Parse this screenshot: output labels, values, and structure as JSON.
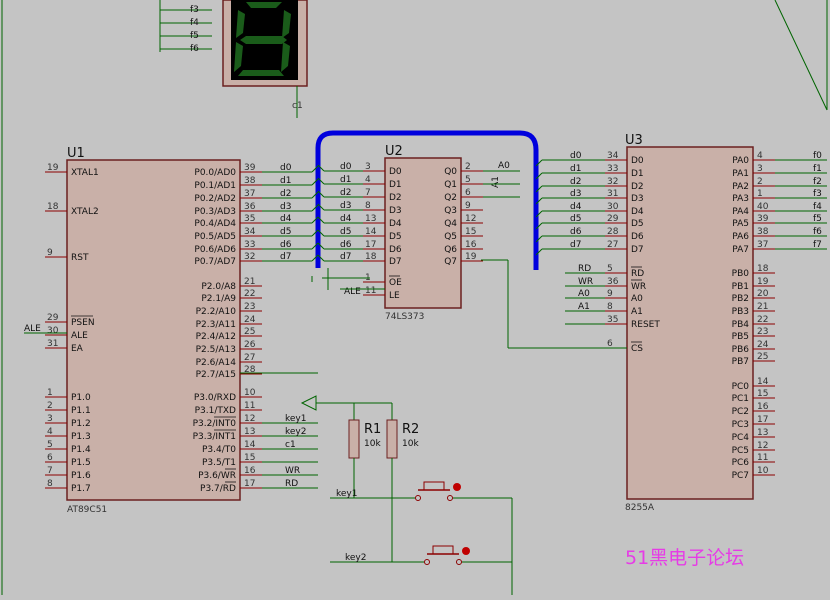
{
  "chips": {
    "u1": {
      "ref": "U1",
      "part": "AT89C51",
      "left_pins": [
        {
          "num": "19",
          "name": "XTAL1"
        },
        {
          "num": "18",
          "name": "XTAL2"
        },
        {
          "num": "9",
          "name": "RST"
        },
        {
          "num": "29",
          "name": "PSEN"
        },
        {
          "num": "30",
          "name": "ALE"
        },
        {
          "num": "31",
          "name": "EA"
        },
        {
          "num": "1",
          "name": "P1.0"
        },
        {
          "num": "2",
          "name": "P1.1"
        },
        {
          "num": "3",
          "name": "P1.2"
        },
        {
          "num": "4",
          "name": "P1.3"
        },
        {
          "num": "5",
          "name": "P1.4"
        },
        {
          "num": "6",
          "name": "P1.5"
        },
        {
          "num": "7",
          "name": "P1.6"
        },
        {
          "num": "8",
          "name": "P1.7"
        }
      ],
      "right_pins": [
        {
          "num": "39",
          "name": "P0.0/AD0"
        },
        {
          "num": "38",
          "name": "P0.1/AD1"
        },
        {
          "num": "37",
          "name": "P0.2/AD2"
        },
        {
          "num": "36",
          "name": "P0.3/AD3"
        },
        {
          "num": "35",
          "name": "P0.4/AD4"
        },
        {
          "num": "34",
          "name": "P0.5/AD5"
        },
        {
          "num": "33",
          "name": "P0.6/AD6"
        },
        {
          "num": "32",
          "name": "P0.7/AD7"
        },
        {
          "num": "21",
          "name": "P2.0/A8"
        },
        {
          "num": "22",
          "name": "P2.1/A9"
        },
        {
          "num": "23",
          "name": "P2.2/A10"
        },
        {
          "num": "24",
          "name": "P2.3/A11"
        },
        {
          "num": "25",
          "name": "P2.4/A12"
        },
        {
          "num": "26",
          "name": "P2.5/A13"
        },
        {
          "num": "27",
          "name": "P2.6/A14"
        },
        {
          "num": "28",
          "name": "P2.7/A15"
        },
        {
          "num": "10",
          "name": "P3.0/RXD"
        },
        {
          "num": "11",
          "name": "P3.1/TXD"
        },
        {
          "num": "12",
          "name": "P3.2/INT0"
        },
        {
          "num": "13",
          "name": "P3.3/INT1"
        },
        {
          "num": "14",
          "name": "P3.4/T0"
        },
        {
          "num": "15",
          "name": "P3.5/T1"
        },
        {
          "num": "16",
          "name": "P3.6/WR"
        },
        {
          "num": "17",
          "name": "P3.7/RD"
        }
      ]
    },
    "u2": {
      "ref": "U2",
      "part": "74LS373",
      "left_pins": [
        {
          "num": "3",
          "name": "D0"
        },
        {
          "num": "4",
          "name": "D1"
        },
        {
          "num": "7",
          "name": "D2"
        },
        {
          "num": "8",
          "name": "D3"
        },
        {
          "num": "13",
          "name": "D4"
        },
        {
          "num": "14",
          "name": "D5"
        },
        {
          "num": "17",
          "name": "D6"
        },
        {
          "num": "18",
          "name": "D7"
        },
        {
          "num": "1",
          "name": "OE"
        },
        {
          "num": "11",
          "name": "LE"
        }
      ],
      "right_pins": [
        {
          "num": "2",
          "name": "Q0"
        },
        {
          "num": "5",
          "name": "Q1"
        },
        {
          "num": "6",
          "name": "Q2"
        },
        {
          "num": "9",
          "name": "Q3"
        },
        {
          "num": "12",
          "name": "Q4"
        },
        {
          "num": "15",
          "name": "Q5"
        },
        {
          "num": "16",
          "name": "Q6"
        },
        {
          "num": "19",
          "name": "Q7"
        }
      ]
    },
    "u3": {
      "ref": "U3",
      "part": "8255A",
      "left_pins": [
        {
          "num": "34",
          "name": "D0"
        },
        {
          "num": "33",
          "name": "D1"
        },
        {
          "num": "32",
          "name": "D2"
        },
        {
          "num": "31",
          "name": "D3"
        },
        {
          "num": "30",
          "name": "D4"
        },
        {
          "num": "29",
          "name": "D5"
        },
        {
          "num": "28",
          "name": "D6"
        },
        {
          "num": "27",
          "name": "D7"
        },
        {
          "num": "5",
          "name": "RD"
        },
        {
          "num": "36",
          "name": "WR"
        },
        {
          "num": "9",
          "name": "A0"
        },
        {
          "num": "8",
          "name": "A1"
        },
        {
          "num": "35",
          "name": "RESET"
        },
        {
          "num": "6",
          "name": "CS"
        }
      ],
      "right_pins": [
        {
          "num": "4",
          "name": "PA0"
        },
        {
          "num": "3",
          "name": "PA1"
        },
        {
          "num": "2",
          "name": "PA2"
        },
        {
          "num": "1",
          "name": "PA3"
        },
        {
          "num": "40",
          "name": "PA4"
        },
        {
          "num": "39",
          "name": "PA5"
        },
        {
          "num": "38",
          "name": "PA6"
        },
        {
          "num": "37",
          "name": "PA7"
        },
        {
          "num": "18",
          "name": "PB0"
        },
        {
          "num": "19",
          "name": "PB1"
        },
        {
          "num": "20",
          "name": "PB2"
        },
        {
          "num": "21",
          "name": "PB3"
        },
        {
          "num": "22",
          "name": "PB4"
        },
        {
          "num": "23",
          "name": "PB5"
        },
        {
          "num": "24",
          "name": "PB6"
        },
        {
          "num": "25",
          "name": "PB7"
        },
        {
          "num": "14",
          "name": "PC0"
        },
        {
          "num": "15",
          "name": "PC1"
        },
        {
          "num": "16",
          "name": "PC2"
        },
        {
          "num": "17",
          "name": "PC3"
        },
        {
          "num": "13",
          "name": "PC4"
        },
        {
          "num": "12",
          "name": "PC5"
        },
        {
          "num": "11",
          "name": "PC6"
        },
        {
          "num": "10",
          "name": "PC7"
        }
      ]
    }
  },
  "resistors": [
    {
      "ref": "R1",
      "value": "10k"
    },
    {
      "ref": "R2",
      "value": "10k"
    }
  ],
  "nets": {
    "u1_p0": [
      "d0",
      "d1",
      "d2",
      "d3",
      "d4",
      "d5",
      "d6",
      "d7"
    ],
    "u2_d": [
      "d0",
      "d1",
      "d2",
      "d3",
      "d4",
      "d5",
      "d6",
      "d7"
    ],
    "u3_d": [
      "d0",
      "d1",
      "d2",
      "d3",
      "d4",
      "d5",
      "d6",
      "d7"
    ],
    "u3_ctrl": [
      "RD",
      "WR",
      "A0",
      "A1"
    ],
    "u2_q": [
      "A0",
      "A1"
    ],
    "u1_p3": [
      "key1",
      "key2",
      "c1",
      "WR",
      "RD"
    ],
    "top_f": [
      "f3",
      "f4",
      "f5",
      "f6"
    ],
    "pa_f": [
      "f0",
      "f1",
      "f2",
      "f3",
      "f4",
      "f5",
      "f6",
      "f7"
    ],
    "misc": {
      "ale": "ALE",
      "ale2": "ALE",
      "c1": "c1",
      "key1": "key1",
      "key2": "key2"
    }
  },
  "watermark": "51黑电子论坛",
  "colors": {
    "background": "#c4c4c4",
    "chip_fill": "#c9b0a8",
    "chip_border": "#6b2020",
    "wire": "#006400",
    "pin": "#8b0000",
    "bus": "#0000dd",
    "seg_on": "#1a5c1a",
    "seg_bg": "#000000"
  }
}
